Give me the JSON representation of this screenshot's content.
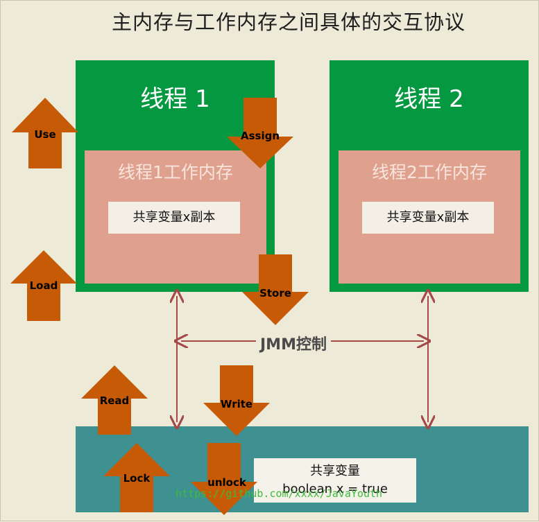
{
  "title": "主内存与工作内存之间具体的交互协议",
  "thread1": {
    "title": "线程 1",
    "work_memory": "线程1工作内存",
    "copy": "共享变量x副本"
  },
  "thread2": {
    "title": "线程 2",
    "work_memory": "线程2工作内存",
    "copy": "共享变量x副本"
  },
  "main_memory": {
    "shared_label": "共享变量",
    "shared_value": "boolean x = true"
  },
  "jmm_label": "JMM控制",
  "watermark": "https://github.com/xxxx/JavaYouth",
  "operations": {
    "use": "Use",
    "load": "Load",
    "assign": "Assign",
    "store": "Store",
    "read": "Read",
    "write": "Write",
    "lock": "Lock",
    "unlock": "unlock"
  },
  "colors": {
    "thread_green": "#049940",
    "work_memory_pink": "#E0A08E",
    "main_memory_teal": "#3E9190",
    "arrow_orange": "#C65A06",
    "link_red": "#A54848",
    "background": "#EDEAD8"
  }
}
